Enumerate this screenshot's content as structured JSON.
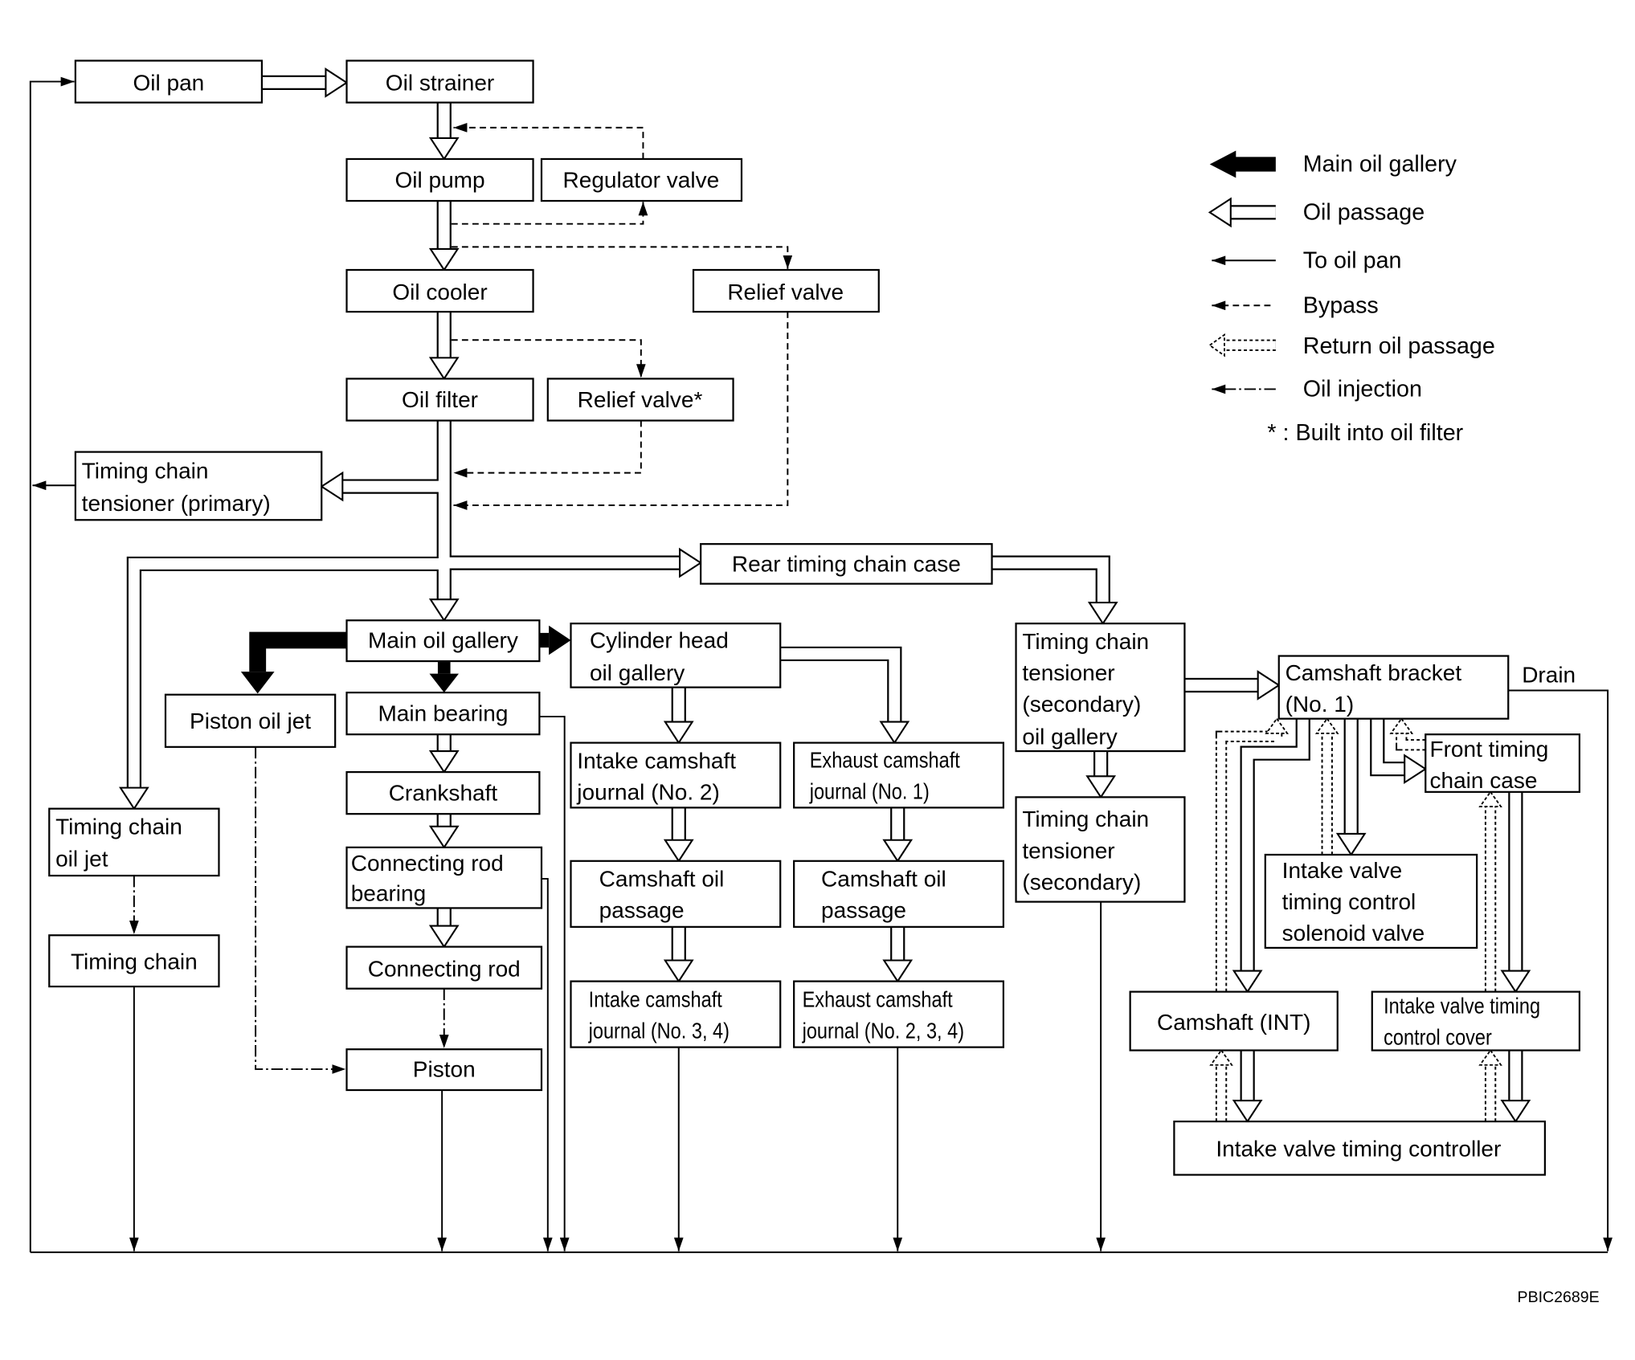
{
  "boxes": [
    [
      "Oil pan"
    ],
    [
      "Oil strainer"
    ],
    [
      "Oil pump"
    ],
    [
      "Regulator valve"
    ],
    [
      "Oil cooler"
    ],
    [
      "Relief valve"
    ],
    [
      "Oil filter"
    ],
    [
      "Relief valve*"
    ],
    [
      "Timing chain",
      "tensioner (primary)"
    ],
    [
      "Rear timing chain case"
    ],
    [
      "Main oil gallery"
    ],
    [
      "Cylinder head",
      "oil gallery"
    ],
    [
      "Timing chain",
      "tensioner",
      "(secondary)",
      "oil gallery"
    ],
    [
      "Camshaft bracket",
      "(No. 1)"
    ],
    [
      "Front timing",
      "chain case"
    ],
    [
      "Piston oil jet"
    ],
    [
      "Main bearing"
    ],
    [
      "Intake camshaft",
      "journal (No. 2)"
    ],
    [
      "Exhaust camshaft",
      "journal (No. 1)"
    ],
    [
      "Crankshaft"
    ],
    [
      "Timing chain",
      "oil jet"
    ],
    [
      "Timing chain",
      "tensioner",
      "(secondary)"
    ],
    [
      "Connecting rod",
      "bearing"
    ],
    [
      "Intake valve",
      "timing control",
      "solenoid valve"
    ],
    [
      "Camshaft oil",
      "passage"
    ],
    [
      "Camshaft oil",
      "passage"
    ],
    [
      "Timing chain"
    ],
    [
      "Connecting rod"
    ],
    [
      "Camshaft (INT)"
    ],
    [
      "Intake valve timing",
      "control cover"
    ],
    [
      "Intake camshaft",
      "journal (No. 3, 4)"
    ],
    [
      "Exhaust camshaft",
      "journal (No. 2, 3, 4)"
    ],
    [
      "Piston"
    ],
    [
      "Intake valve timing controller"
    ]
  ],
  "drain_label": "Drain",
  "legend": [
    "Main oil gallery",
    "Oil passage",
    "To oil pan",
    "Bypass",
    "Return oil passage",
    "Oil injection"
  ],
  "legend_note": "* : Built into oil filter",
  "figure_code": "PBIC2689E"
}
